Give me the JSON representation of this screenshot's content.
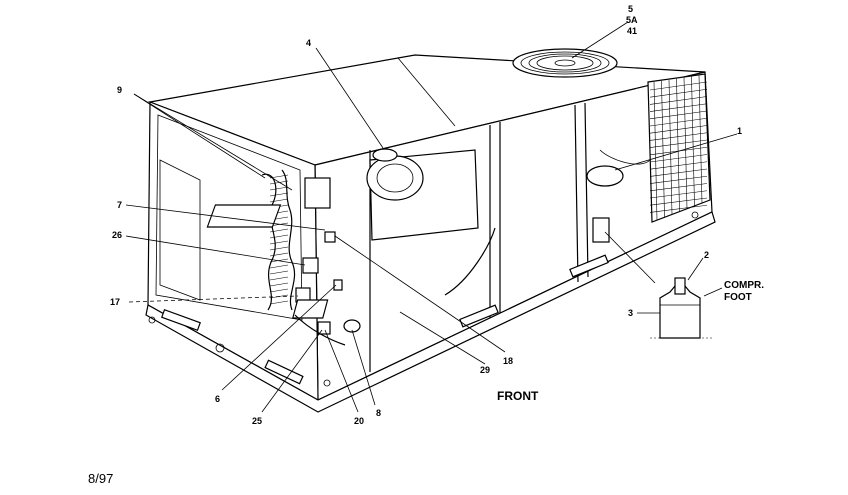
{
  "labels": {
    "l1": "1",
    "l2": "2",
    "l3": "3",
    "l4": "4",
    "l5": "5",
    "l5a": "5A",
    "l41": "41",
    "l6": "6",
    "l7": "7",
    "l8": "8",
    "l9": "9",
    "l17": "17",
    "l18": "18",
    "l20": "20",
    "l25": "25",
    "l26": "26",
    "l29": "29"
  },
  "compr_foot": {
    "line1": "COMPR.",
    "line2": "FOOT"
  },
  "front_label": "FRONT",
  "date_code": "8/97"
}
